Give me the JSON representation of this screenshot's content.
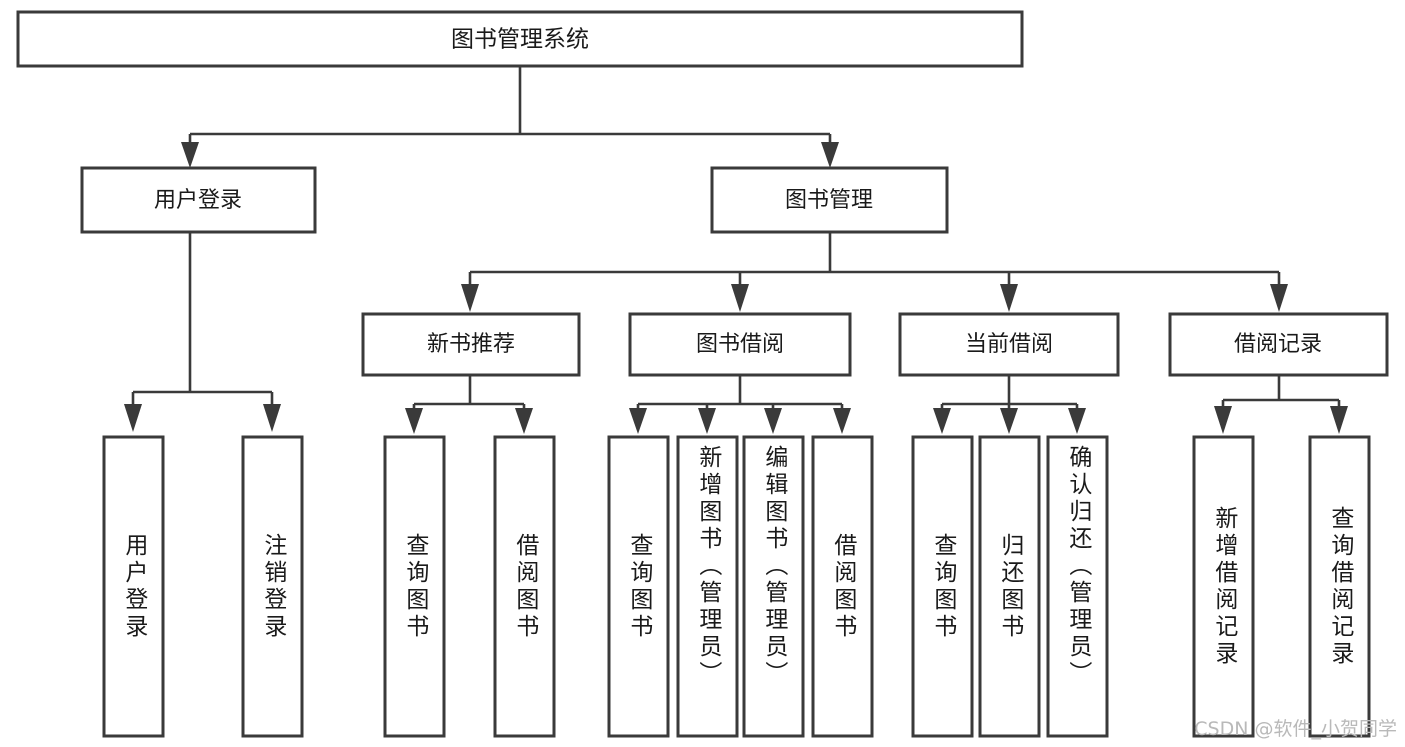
{
  "diagram": {
    "title": "图书管理系统",
    "type": "tree-hierarchy",
    "watermark": "CSDN @软件_小贺同学",
    "colors": {
      "box_stroke": "#3a3a3a",
      "box_fill": "#ffffff",
      "line": "#3a3a3a",
      "text": "#1a1a1a",
      "watermark": "#b9b9b9",
      "background": "#ffffff"
    },
    "root": {
      "label": "图书管理系统"
    },
    "level2": [
      {
        "label": "用户登录"
      },
      {
        "label": "图书管理"
      }
    ],
    "level3": [
      {
        "label": "新书推荐"
      },
      {
        "label": "图书借阅"
      },
      {
        "label": "当前借阅"
      },
      {
        "label": "借阅记录"
      }
    ],
    "leaves": {
      "user_login": [
        {
          "label": "用户登录"
        },
        {
          "label": "注销登录"
        }
      ],
      "new_book_recommend": [
        {
          "label": "查询图书"
        },
        {
          "label": "借阅图书"
        }
      ],
      "book_borrow": [
        {
          "label": "查询图书"
        },
        {
          "label": "新增图书（管理员）"
        },
        {
          "label": "编辑图书（管理员）"
        },
        {
          "label": "借阅图书"
        }
      ],
      "current_borrow": [
        {
          "label": "查询图书"
        },
        {
          "label": "归还图书"
        },
        {
          "label": "确认归还（管理员）"
        }
      ],
      "borrow_record": [
        {
          "label": "新增借阅记录"
        },
        {
          "label": "查询借阅记录"
        }
      ]
    }
  }
}
